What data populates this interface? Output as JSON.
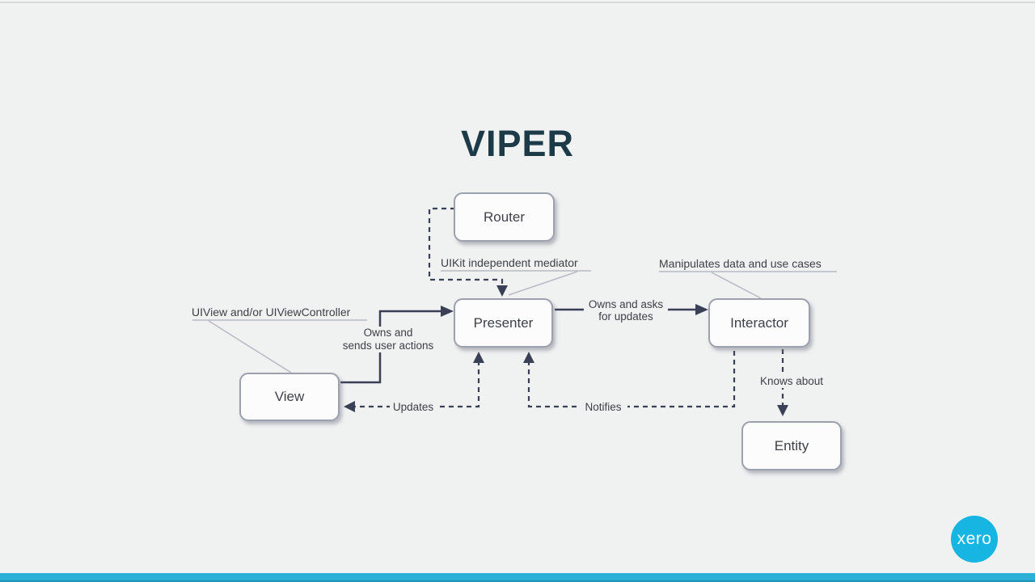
{
  "slide": {
    "title": "VIPER"
  },
  "boxes": {
    "router": "Router",
    "presenter": "Presenter",
    "interactor": "Interactor",
    "view": "View",
    "entity": "Entity"
  },
  "callouts": {
    "uiview": "UIView and/or UIViewController",
    "uikit": "UIKit independent mediator",
    "manipulates": "Manipulates data and use cases"
  },
  "edges": {
    "owns_sends_line1": "Owns and",
    "owns_sends_line2": "sends user actions",
    "owns_asks_line1": "Owns and asks",
    "owns_asks_line2": "for updates",
    "updates": "Updates",
    "notifies": "Notifies",
    "knows_about": "Knows about"
  },
  "logo": {
    "text": "xero"
  },
  "colors": {
    "title": "#1c3a47",
    "connector_line": "#3a4156",
    "callout_line": "#b6bac4",
    "box_border": "#9ca1ae",
    "box_fill": "#fcfcfd",
    "box_text": "#3f4149",
    "background": "#f0f1f1",
    "footer_bar": "#2bb1d7",
    "logo_circle": "#17b5e2"
  }
}
